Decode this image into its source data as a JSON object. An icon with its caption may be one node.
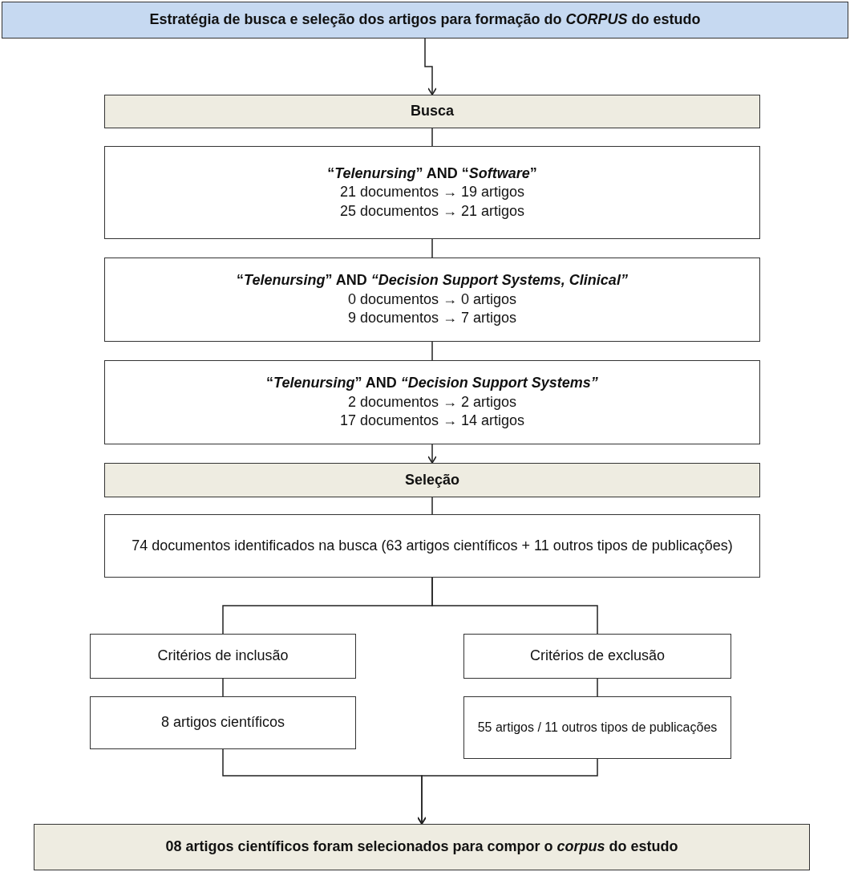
{
  "diagram": {
    "nodes": [
      {
        "text": [
          "Estratégia de busca e seleção dos artigos para formação do *CORPUS* do estudo"
        ]
      },
      {
        "text": [
          "Busca"
        ]
      },
      {
        "text": [
          "“*Telenursing*” AND “*Software*”",
          "21 documentos → 19 artigos",
          "25 documentos → 21 artigos"
        ]
      },
      {
        "text": [
          "“*Telenursing*” AND *“Decision Support Systems, Clinical”*",
          "0 documentos → 0 artigos",
          "9 documentos → 7 artigos"
        ]
      },
      {
        "text": [
          "“*Telenursing*” AND *“Decision Support Systems”*",
          "2 documentos → 2 artigos",
          "17 documentos → 14 artigos"
        ]
      },
      {
        "text": [
          "Seleção"
        ]
      },
      {
        "text": [
          "74 documentos identificados na busca (63 artigos científicos + 11 outros tipos de publicações)"
        ]
      },
      {
        "text": [
          "Critérios de inclusão"
        ]
      },
      {
        "text": [
          "Critérios de exclusão"
        ]
      },
      {
        "text": [
          "8 artigos científicos"
        ]
      },
      {
        "text": [
          "55 artigos / 11 outros tipos de publicações"
        ]
      },
      {
        "text": [
          "08 artigos científicos foram selecionados para compor o *corpus* do estudo"
        ]
      }
    ],
    "edges": [
      {
        "from": 0,
        "to": 1,
        "arrow": "to"
      },
      {
        "from": 1,
        "to": 2,
        "arrow": "none"
      },
      {
        "from": 2,
        "to": 3,
        "arrow": "none"
      },
      {
        "from": 3,
        "to": 4,
        "arrow": "none"
      },
      {
        "from": 4,
        "to": 5,
        "arrow": "to"
      },
      {
        "from": 5,
        "to": 6,
        "arrow": "none"
      },
      {
        "from": 6,
        "to": 7,
        "arrow": "none"
      },
      {
        "from": 6,
        "to": 8,
        "arrow": "none"
      },
      {
        "from": 7,
        "to": 9,
        "arrow": "none"
      },
      {
        "from": 8,
        "to": 10,
        "arrow": "none"
      },
      {
        "from": 9,
        "to": 11,
        "arrow": "to"
      },
      {
        "from": 10,
        "to": 11,
        "arrow": "to"
      }
    ]
  }
}
